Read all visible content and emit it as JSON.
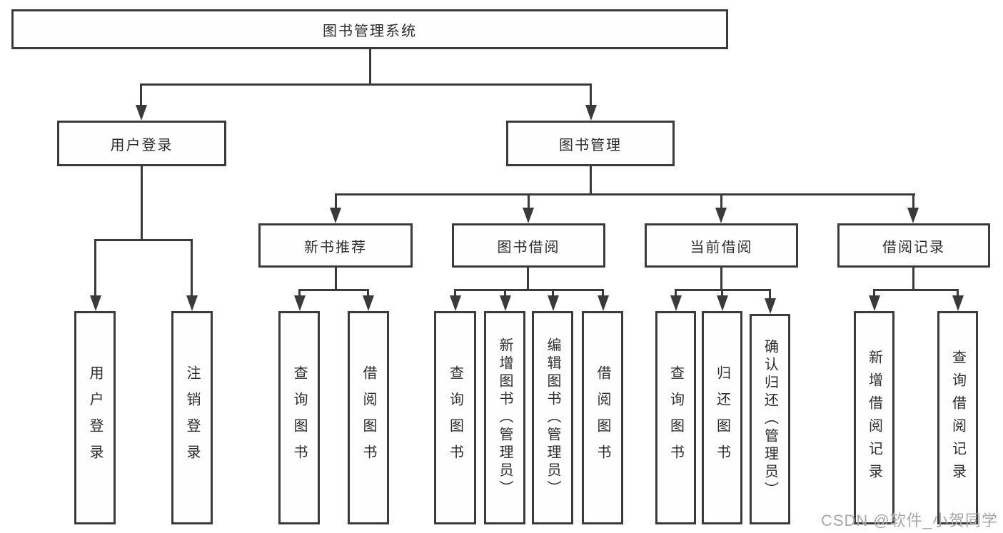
{
  "diagram": {
    "root": {
      "label": "图书管理系统"
    },
    "branches": {
      "user_login": {
        "label": "用户登录",
        "children": {
          "login": {
            "label": "用户登录"
          },
          "logout": {
            "label": "注销登录"
          }
        }
      },
      "book_mgmt": {
        "label": "图书管理",
        "children": {
          "new_book_rec": {
            "label": "新书推荐",
            "children": {
              "query_books": {
                "label": "查询图书"
              },
              "borrow_books": {
                "label": "借阅图书"
              }
            }
          },
          "book_borrow": {
            "label": "图书借阅",
            "children": {
              "query_books": {
                "label": "查询图书"
              },
              "add_books": {
                "label": "新增图书（管理员）"
              },
              "edit_books": {
                "label": "编辑图书（管理员）"
              },
              "borrow_books": {
                "label": "借阅图书"
              }
            }
          },
          "current_borrow": {
            "label": "当前借阅",
            "children": {
              "query_books": {
                "label": "查询图书"
              },
              "return_books": {
                "label": "归还图书"
              },
              "confirm_return": {
                "label": "确认归还（管理员）"
              }
            }
          },
          "borrow_records": {
            "label": "借阅记录",
            "children": {
              "add_record": {
                "label": "新增借阅记录"
              },
              "query_record": {
                "label": "查询借阅记录"
              }
            }
          }
        }
      }
    }
  },
  "colors": {
    "line": "#3a3a3a",
    "border": "#3b3b3b",
    "text": "#2d2d2d",
    "watermark": "#a8a8a8"
  },
  "watermark": {
    "text": "CSDN @软件_小贺同学"
  }
}
